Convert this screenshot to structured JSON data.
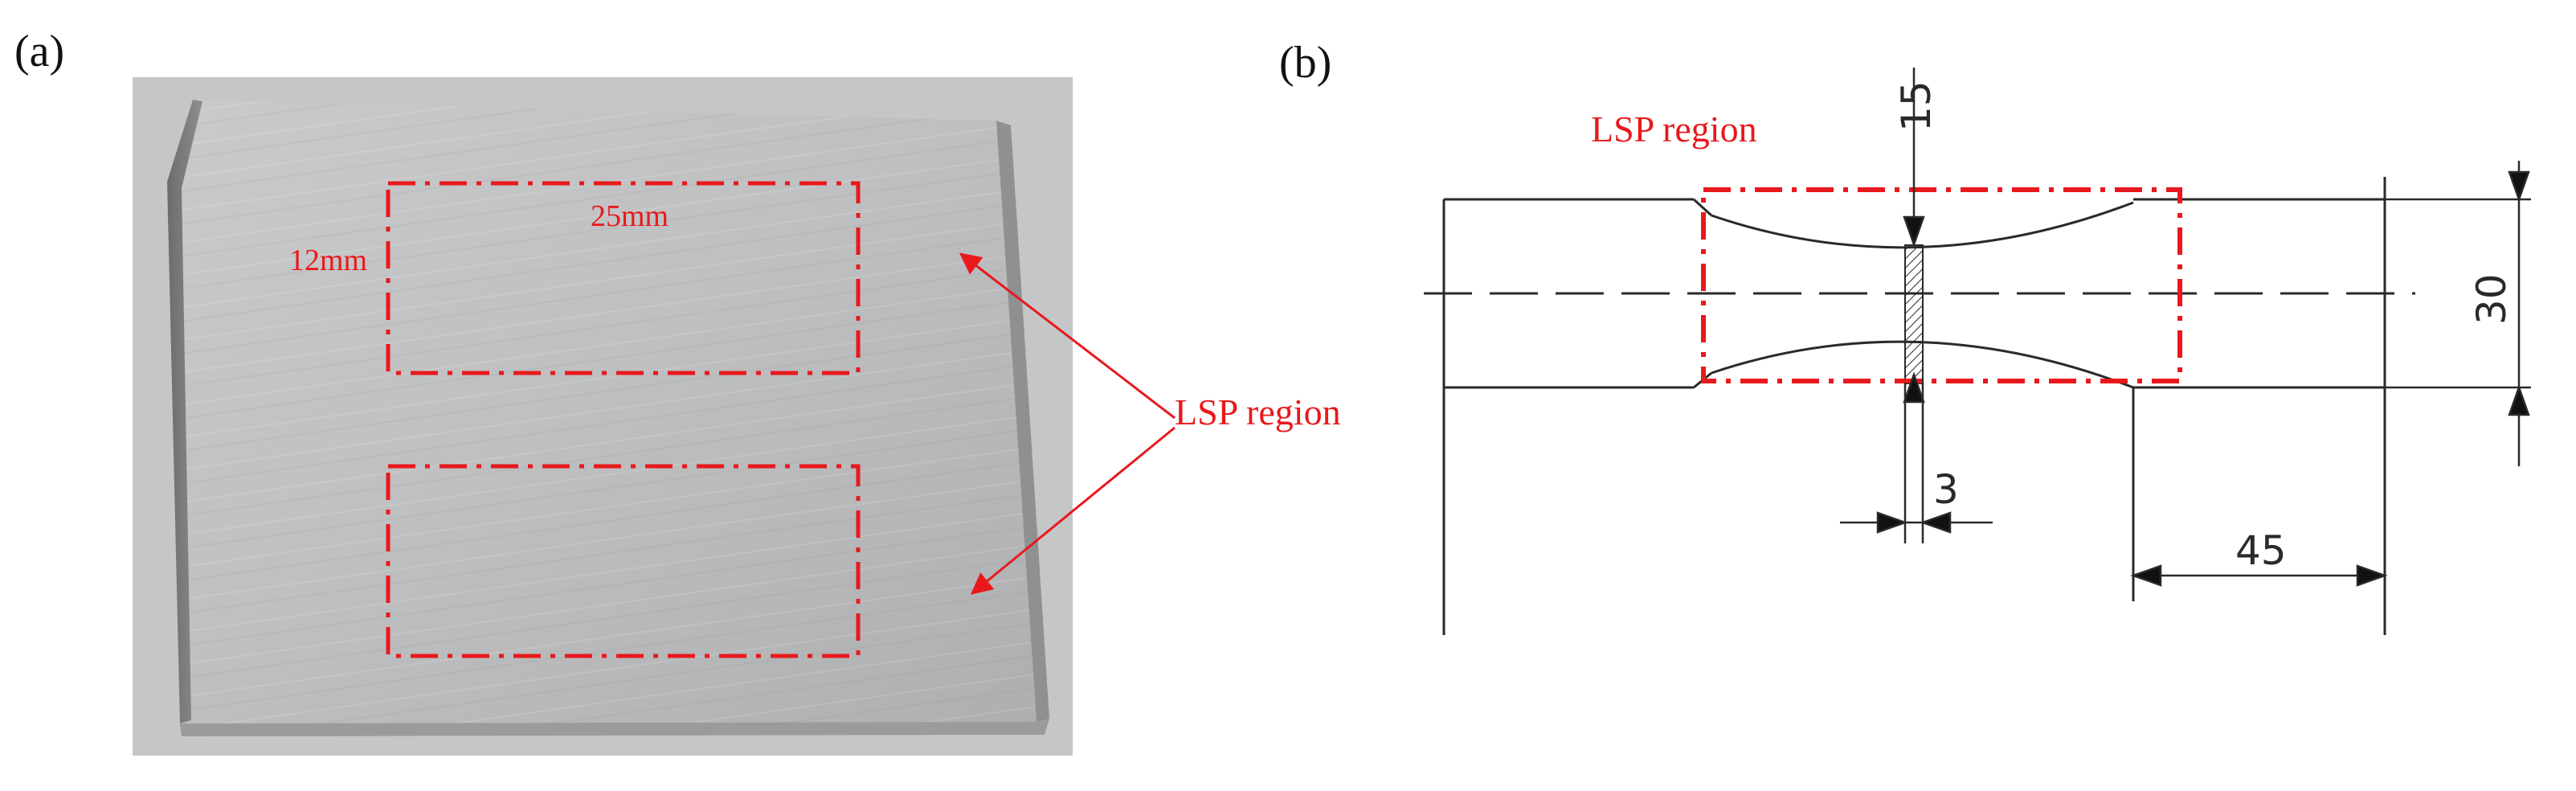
{
  "panel_a": {
    "label": "(a)",
    "dim_width": "25mm",
    "dim_height": "12mm",
    "region_label": "LSP region"
  },
  "panel_b": {
    "label": "(b)",
    "region_label": "LSP region",
    "dim_top": "15",
    "dim_height": "30",
    "dim_gauge": "3",
    "dim_grip": "45"
  },
  "colors": {
    "annotation": "#e8191c",
    "drawing": "#2a2a2a",
    "plate": "#bcbdbf"
  }
}
